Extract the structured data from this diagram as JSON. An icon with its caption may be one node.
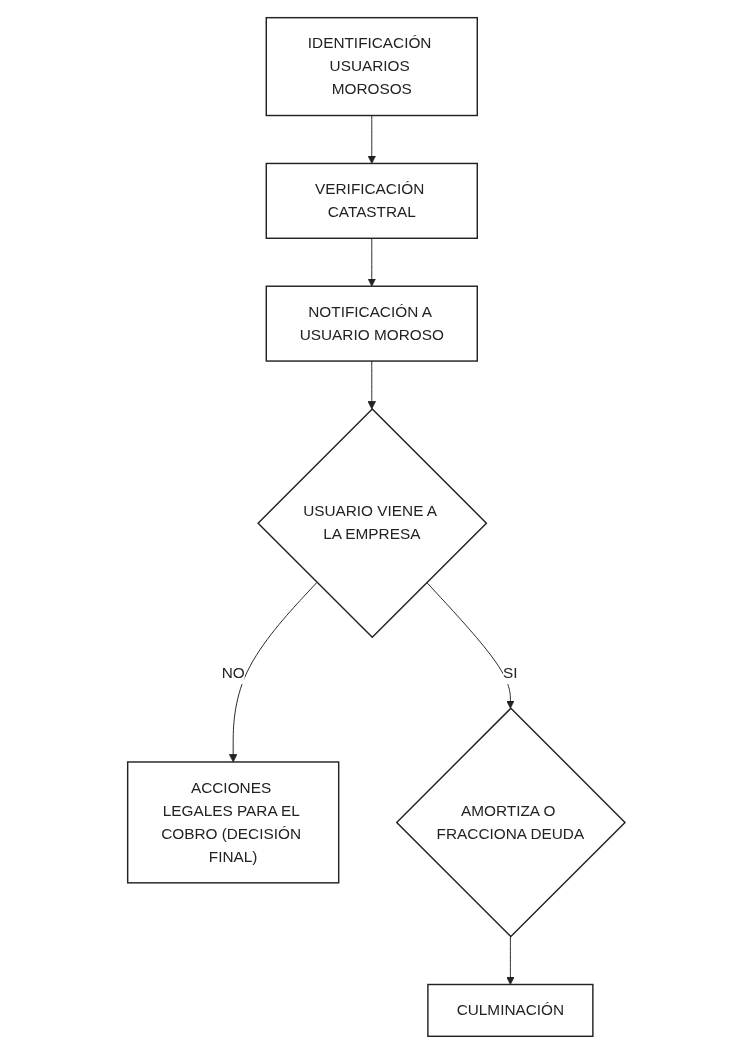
{
  "diagram": {
    "nodes": [
      {
        "text": [
          "IDENTIFICACIÓN USUARIOS MOROSOS"
        ]
      },
      {
        "text": [
          "VERIFICACIÓN CATASTRAL"
        ]
      },
      {
        "text": [
          "NOTIFICACIÓN A USUARIO MOROSO"
        ]
      },
      {
        "text": [
          "USUARIO VIENE A LA EMPRESA"
        ]
      },
      {
        "text": [
          "ACCIONES LEGALES PARA EL COBRO (DECISIÓN FINAL)"
        ]
      },
      {
        "text": [
          "AMORTIZA O FRACCIONA DEUDA"
        ]
      },
      {
        "text": [
          "CULMINACIÓN"
        ]
      }
    ],
    "edges": [
      {
        "from": 0,
        "to": 1,
        "arrow": "to"
      },
      {
        "from": 1,
        "to": 2,
        "arrow": "to"
      },
      {
        "from": 2,
        "to": 3,
        "arrow": "to"
      },
      {
        "from": 3,
        "to": 4,
        "arrow": "to",
        "label": "NO"
      },
      {
        "from": 3,
        "to": 5,
        "arrow": "to",
        "label": "SI"
      },
      {
        "from": 5,
        "to": 6,
        "arrow": "to"
      }
    ]
  }
}
